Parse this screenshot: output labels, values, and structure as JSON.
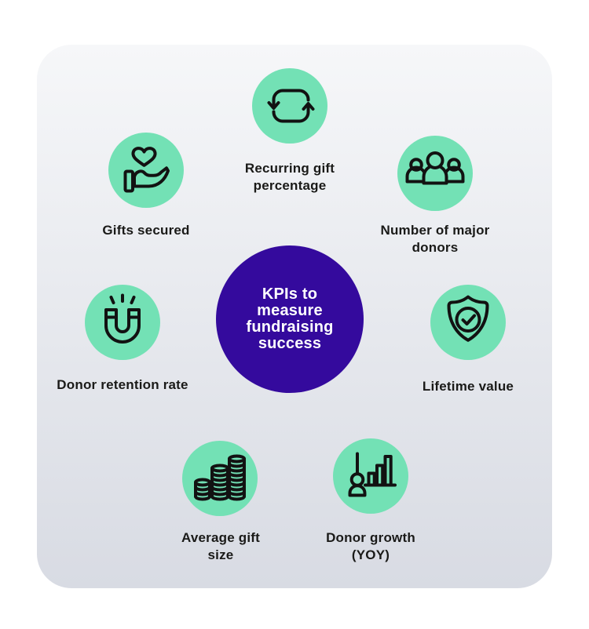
{
  "colors": {
    "page_bg": "#ffffff",
    "card_gradient_top": "#f6f7f9",
    "card_gradient_bottom": "#d8dbe3",
    "bubble_green": "#73e1b5",
    "center_purple": "#340a9d",
    "center_text": "#ffffff",
    "icon_stroke": "#121212",
    "label_text": "#1a1a18"
  },
  "center": {
    "title": "KPIs to measure fundraising success"
  },
  "items": [
    {
      "id": "recurring-gift-percentage",
      "label": "Recurring gift percentage",
      "icon": "loop-arrows-icon"
    },
    {
      "id": "gifts-secured",
      "label": "Gifts secured",
      "icon": "heart-in-hand-icon"
    },
    {
      "id": "number-of-major-donors",
      "label": "Number of major donors",
      "icon": "people-group-icon"
    },
    {
      "id": "donor-retention-rate",
      "label": "Donor retention rate",
      "icon": "magnet-icon"
    },
    {
      "id": "lifetime-value",
      "label": "Lifetime value",
      "icon": "shield-check-icon"
    },
    {
      "id": "average-gift-size",
      "label": "Average gift size",
      "icon": "coin-stacks-icon"
    },
    {
      "id": "donor-growth-yoy",
      "label": "Donor growth (YOY)",
      "icon": "person-growth-chart-icon"
    }
  ]
}
